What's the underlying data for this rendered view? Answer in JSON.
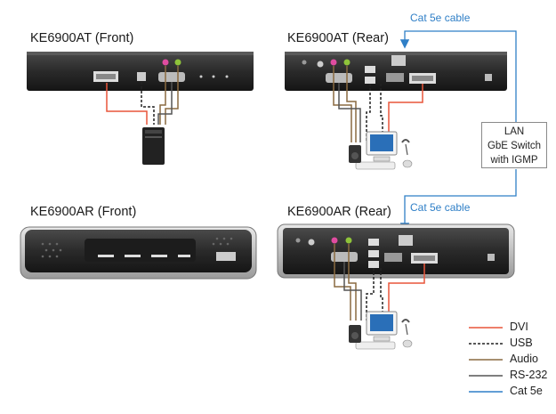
{
  "devices": {
    "tx_front": "KE6900AT (Front)",
    "tx_rear": "KE6900AT (Rear)",
    "rx_front": "KE6900AR (Front)",
    "rx_rear": "KE6900AR (Rear)"
  },
  "cables": {
    "top": "Cat 5e cable",
    "bottom": "Cat 5e cable"
  },
  "switch": {
    "line1": "LAN",
    "line2": "GbE Switch",
    "line3": "with IGMP"
  },
  "legend": [
    {
      "label": "DVI",
      "color": "#e8553a"
    },
    {
      "label": "USB",
      "color": "#222222"
    },
    {
      "label": "Audio",
      "color": "#8a6a40"
    },
    {
      "label": "RS-232",
      "color": "#555555"
    },
    {
      "label": "Cat 5e",
      "color": "#2f7fc7"
    }
  ]
}
